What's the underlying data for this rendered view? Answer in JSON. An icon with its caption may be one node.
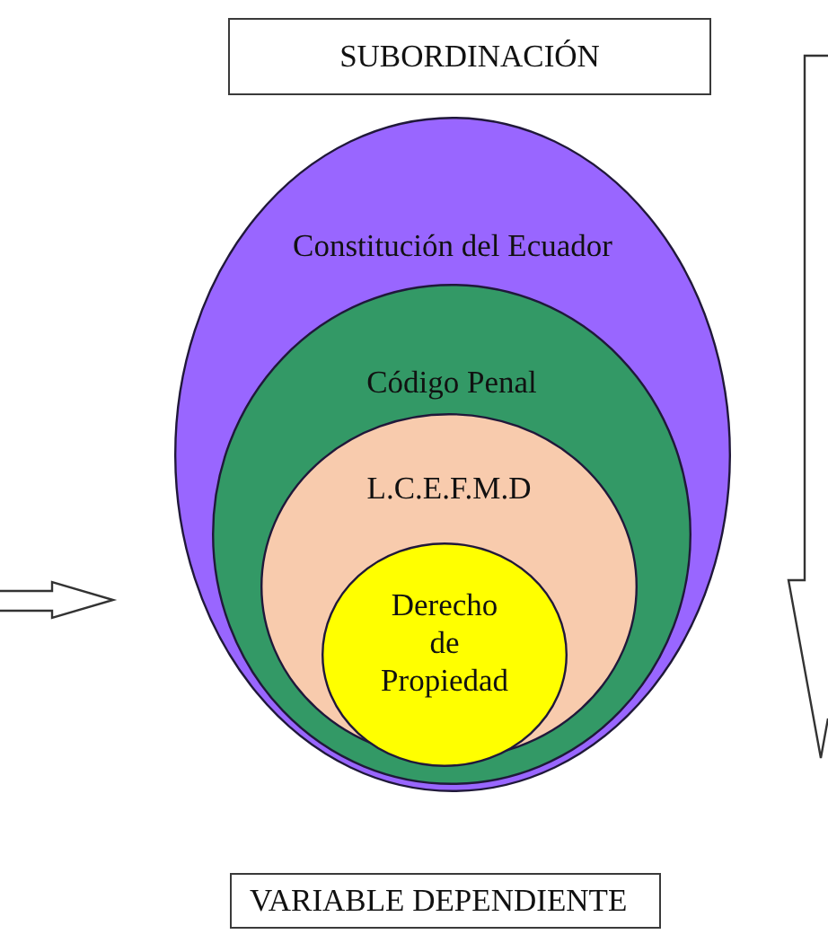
{
  "diagram": {
    "nodes": [
      {
        "text": [
          "SUBORDINACIÓN"
        ]
      },
      {
        "text": [
          "Constitución del Ecuador"
        ]
      },
      {
        "text": [
          "Código Penal"
        ],
        "in": 1
      },
      {
        "text": [
          "L.C.E.F.M.D"
        ],
        "in": 2
      },
      {
        "text": [
          "Derecho de Propiedad"
        ],
        "in": 3
      },
      {
        "text": [
          "VARIABLE DEPENDIENTE"
        ]
      }
    ]
  }
}
